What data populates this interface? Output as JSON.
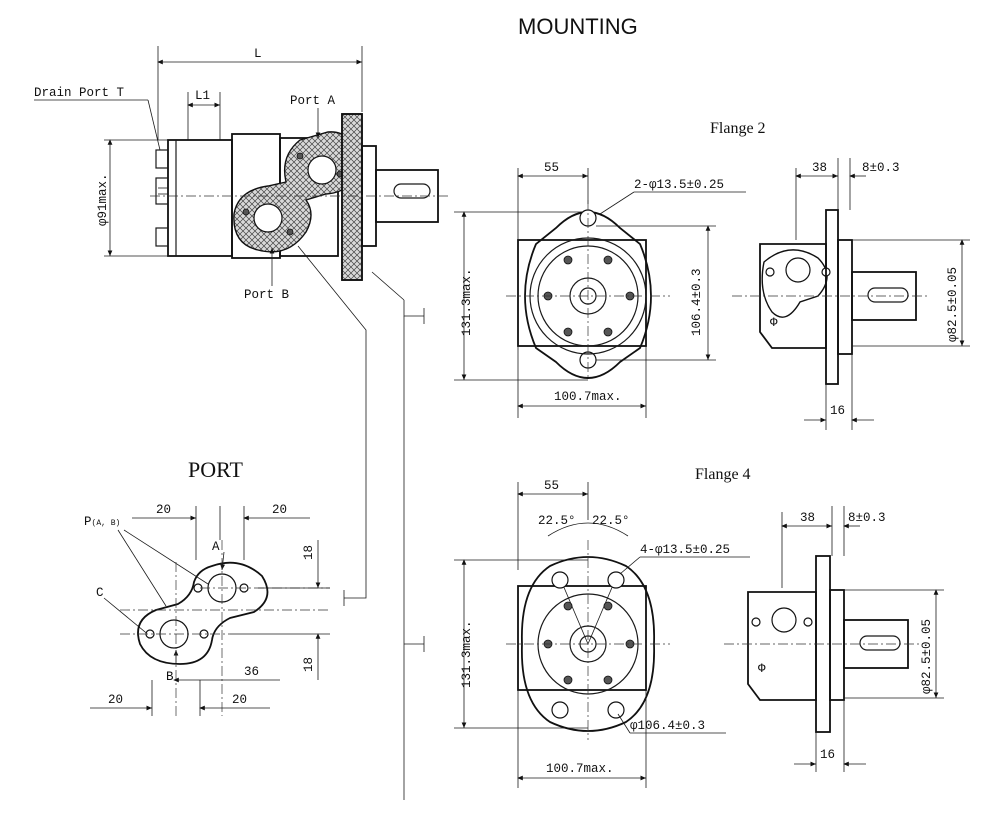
{
  "titles": {
    "mounting": "MOUNTING",
    "port": "PORT",
    "flange2": "Flange 2",
    "flange4": "Flange 4"
  },
  "side_view": {
    "length": "L",
    "length1": "L1",
    "drain_port": "Drain Port T",
    "port_a": "Port A",
    "port_b": "Port B",
    "diameter": "φ91max."
  },
  "flange2_front": {
    "dim_55": "55",
    "holes": "2-φ13.5±0.25",
    "height": "131.3max.",
    "bolt_circle": "106.4±0.3",
    "width": "100.7max."
  },
  "flange2_side": {
    "dim_38": "38",
    "dim_8": "8±0.3",
    "pilot": "φ82.5±0.05",
    "dim_16": "16"
  },
  "flange4_front": {
    "dim_55": "55",
    "angle_left": "22.5°",
    "angle_right": "22.5°",
    "holes": "4-φ13.5±0.25",
    "height": "131.3max.",
    "bolt_circle": "φ106.4±0.3",
    "width": "100.7max."
  },
  "flange4_side": {
    "dim_38": "38",
    "dim_8": "8±0.3",
    "pilot": "φ82.5±0.05",
    "dim_16": "16"
  },
  "port_view": {
    "p_label": "P",
    "p_sub": "(A, B)",
    "c_label": "C",
    "a_label": "A",
    "b_label": "B",
    "dim_20_tl": "20",
    "dim_20_tr": "20",
    "dim_18_top": "18",
    "dim_18_bot": "18",
    "dim_36": "36",
    "dim_20_bl": "20",
    "dim_20_br": "20"
  }
}
